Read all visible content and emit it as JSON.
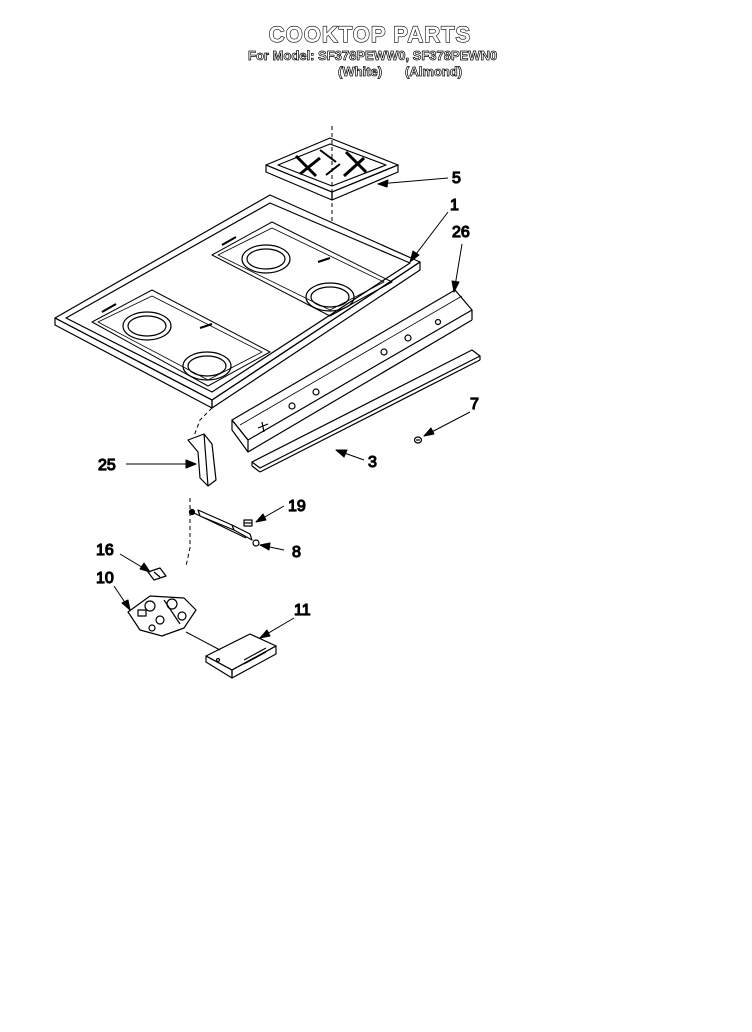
{
  "header": {
    "title": "COOKTOP PARTS",
    "model_line": "For Model: SF378PEWW0, SF378PEWN0",
    "color_white": "(White)",
    "color_almond": "(Almond)"
  },
  "callouts": [
    {
      "id": "5",
      "label": "5"
    },
    {
      "id": "1",
      "label": "1"
    },
    {
      "id": "26",
      "label": "26"
    },
    {
      "id": "7",
      "label": "7"
    },
    {
      "id": "3",
      "label": "3"
    },
    {
      "id": "25",
      "label": "25"
    },
    {
      "id": "19",
      "label": "19"
    },
    {
      "id": "8",
      "label": "8"
    },
    {
      "id": "16",
      "label": "16"
    },
    {
      "id": "10",
      "label": "10"
    },
    {
      "id": "11",
      "label": "11"
    }
  ]
}
